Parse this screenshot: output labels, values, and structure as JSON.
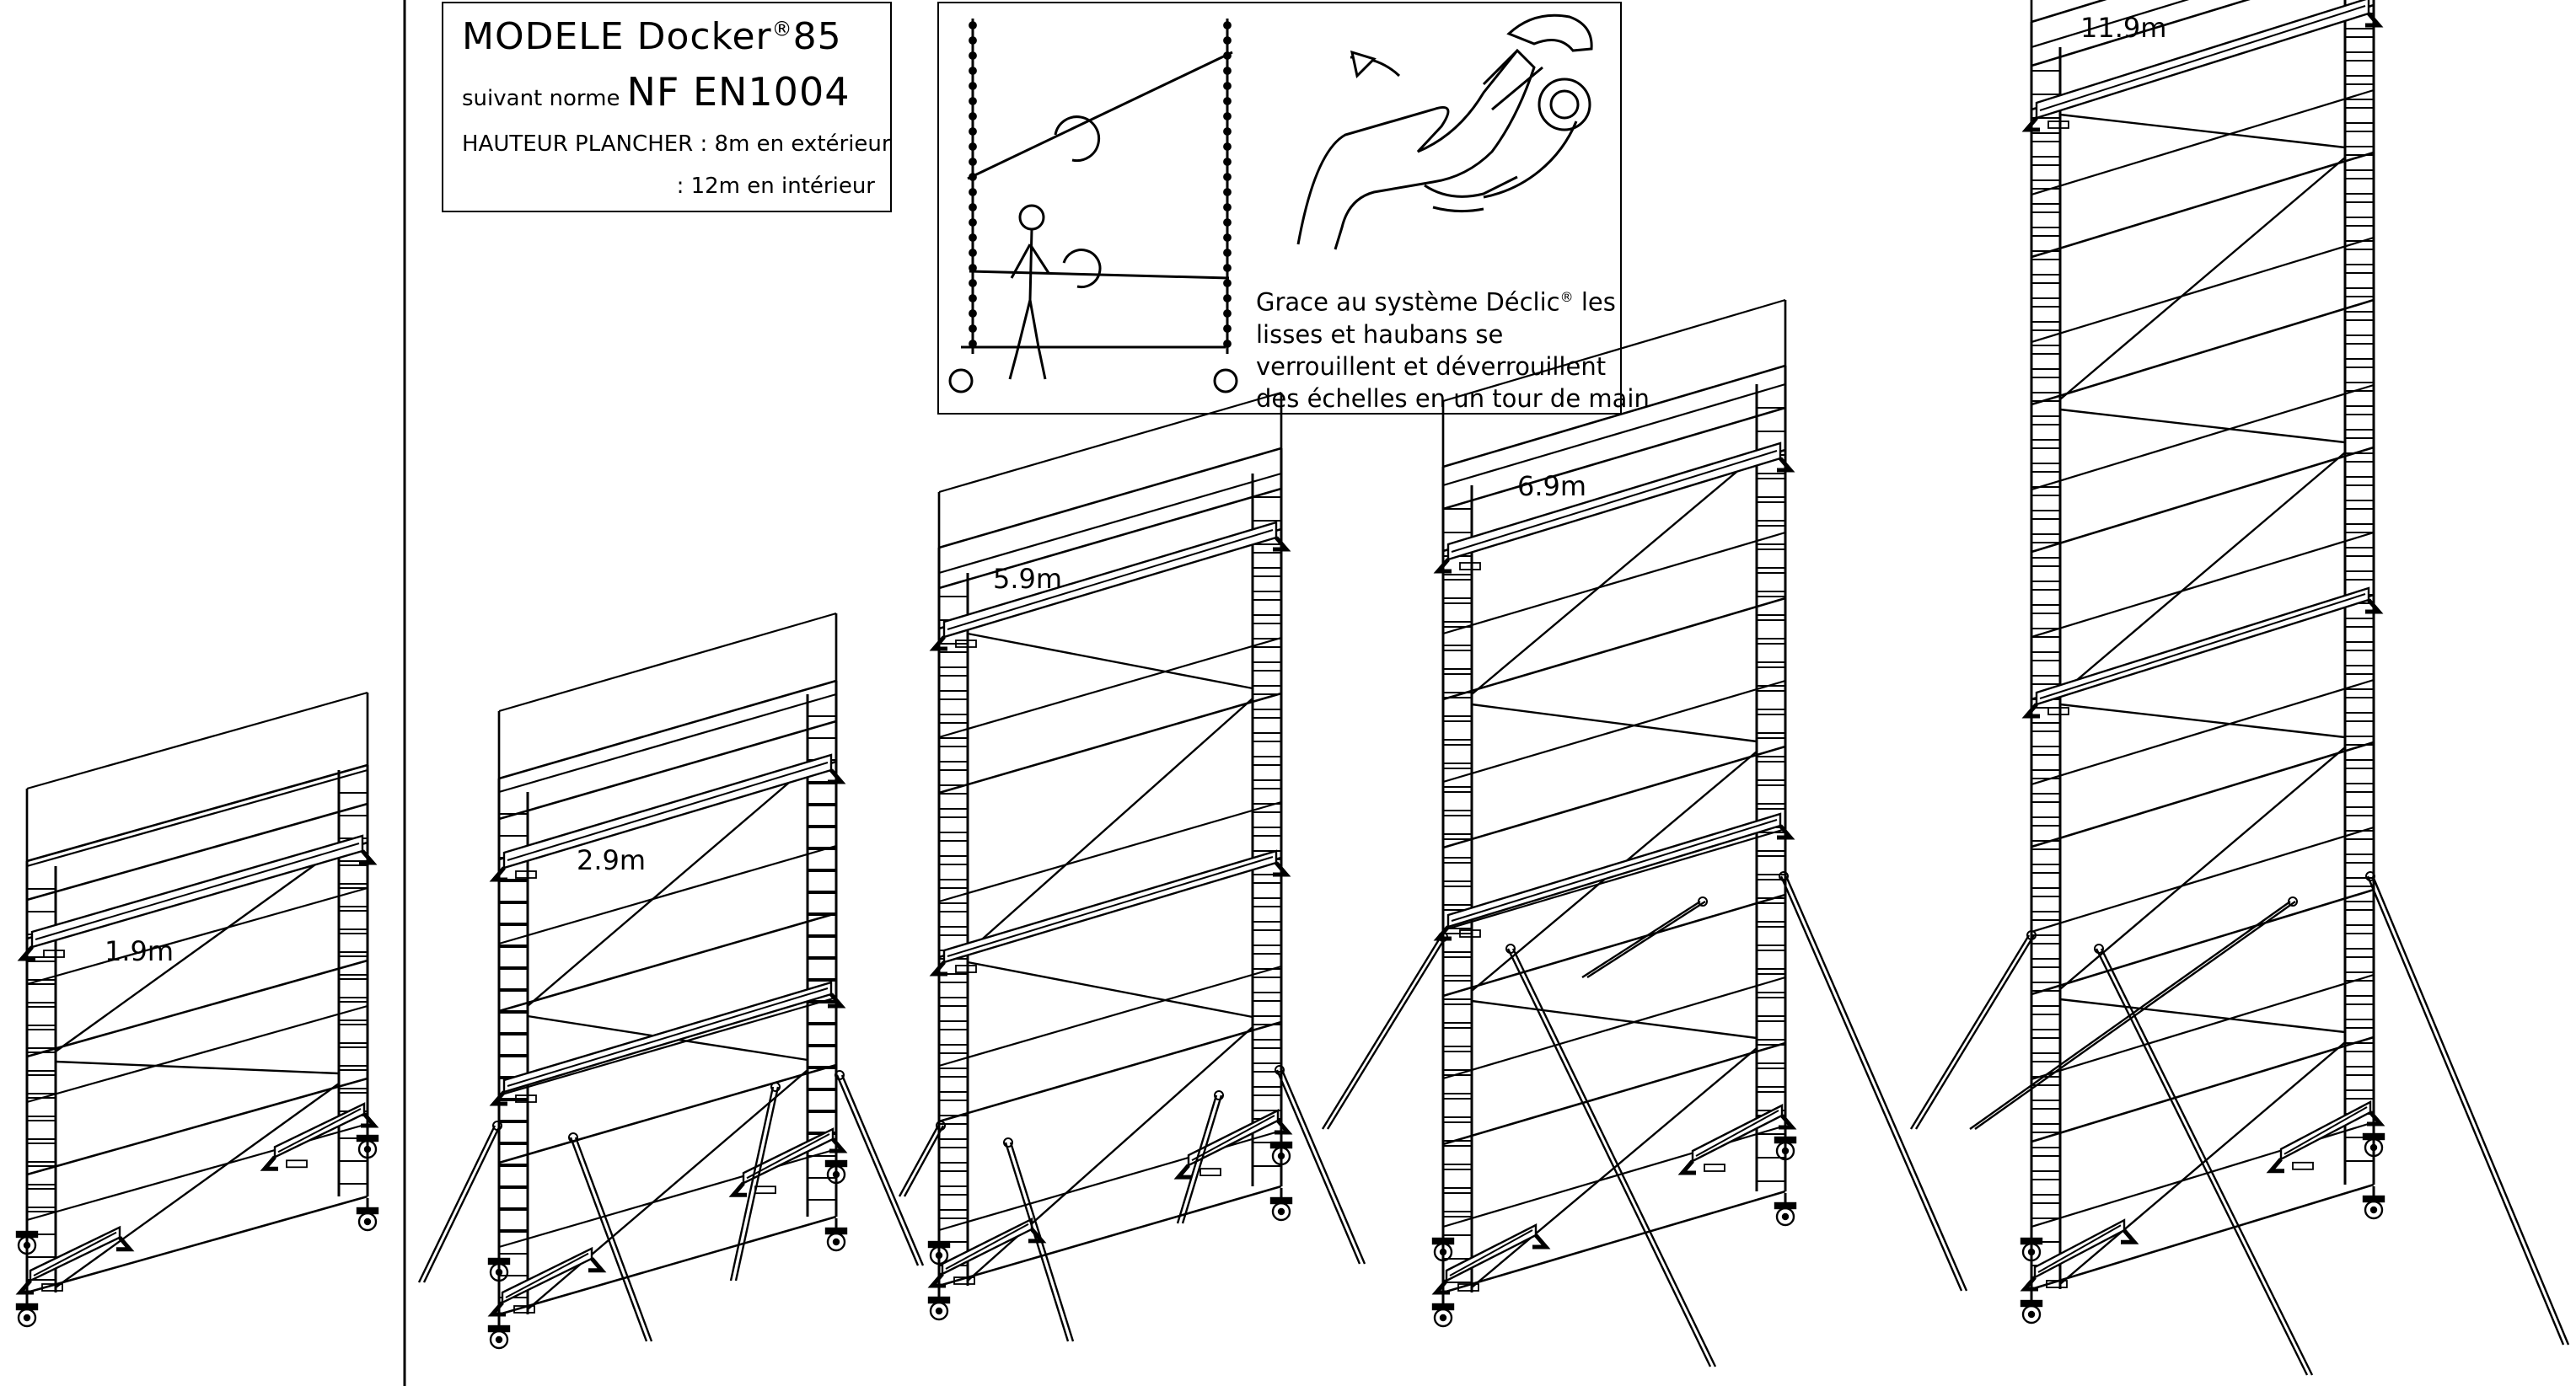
{
  "info": {
    "model_prefix": "MODELE Docker",
    "model_sup": "®",
    "model_num": "85",
    "norm_prefix": "suivant norme",
    "norm": "NF EN1004",
    "height_line": "HAUTEUR PLANCHER : 8m en extérieur",
    "height_interior": ": 12m en intérieur"
  },
  "declic": {
    "line1_a": "Grace au système Déclic",
    "line1_sup": "®",
    "line1_b": " les",
    "line2": "lisses et haubans se",
    "line3": "verrouillent et déverrouillent",
    "line4": "des échelles en un tour de main"
  },
  "towers": [
    {
      "label": "1.9m"
    },
    {
      "label": "2.9m"
    },
    {
      "label": "5.9m"
    },
    {
      "label": "6.9m"
    },
    {
      "label": "11.9m"
    }
  ]
}
